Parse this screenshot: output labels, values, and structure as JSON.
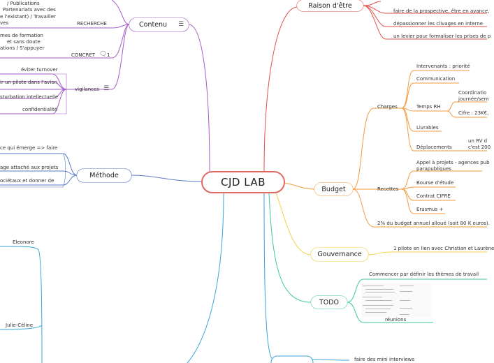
{
  "root": {
    "label": "CJD LAB"
  },
  "colors": {
    "root_border": "#e06a63",
    "raison": "#e0504a",
    "budget": "#f39a3d",
    "gouvernance": "#f5d24a",
    "todo": "#3cc6a4",
    "contenu": "#a55cc9",
    "methode": "#5a78c8",
    "lower": "#3aa6d8"
  },
  "raison": {
    "title": "Raison d'être",
    "items": [
      "faire de la prospective, être en avance,",
      "dépassionner les clivages en interne",
      "un levier pour formaliser les prises de p"
    ]
  },
  "budget": {
    "title": "Budget",
    "charges": {
      "label": "Charges",
      "intervenants": "Intervenants : priorité",
      "communication": "Communication",
      "temps_rh": "Temps RH",
      "coordination": "Coordinatio",
      "coordination2": "journée/sem",
      "cifre": "Cifre : 23K€,",
      "livrables": "Livrables",
      "deplacements": "Déplacements",
      "rv1": "un RV d",
      "rv2": "c'est 200"
    },
    "recettes": {
      "label": "Recettes",
      "appel1": "Appel à projets - agences pub",
      "appel2": "parapubliques",
      "bourse": "Bourse d'étude",
      "contrat": "Contrat CIFRE",
      "erasmus": "Erasmus +"
    },
    "pct": "2% du budget annuel alloué (soit 80 K euros)."
  },
  "gouvernance": {
    "title": "Gouvernance",
    "item": "1 pilote en lien avec Christian et Laurène"
  },
  "todo": {
    "title": "TODO",
    "item": "Commencer par définir les thèmes de travail",
    "reunions": "réunions"
  },
  "lower_main": {
    "item": "faire des mini interviews"
  },
  "contenu": {
    "title": "Contenu",
    "recherche_lines": [
      "/ Publications",
      "Partenariats avec des",
      "e l'existant) / Travailler",
      "ves"
    ],
    "recherche": "RECHERCHE",
    "concret_lines": [
      "mes de formation",
      "et sans doute",
      "ations / S'appuyer"
    ],
    "concret": "CONCRET",
    "note_count": "1",
    "vigilances": "vigilances",
    "vig_items": [
      "éviter turnover",
      "ir un pilote dans l'avion",
      "sturbation intellectuelle",
      "confidentialité"
    ]
  },
  "methode": {
    "title": "Méthode",
    "items": [
      "ce qui émerge => faire",
      "age attaché aux projets",
      "ociétaux et donner de"
    ]
  },
  "people": [
    "Eleonore",
    "Julie-Céline"
  ]
}
